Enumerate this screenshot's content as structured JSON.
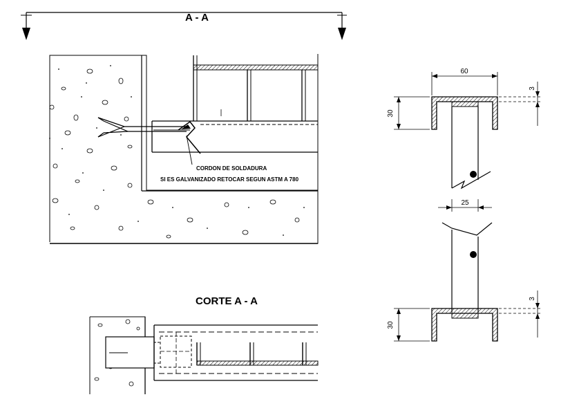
{
  "titles": {
    "section_top": "A - A",
    "section_bottom": "CORTE  A - A"
  },
  "notes": {
    "weld": "CORDON DE SOLDADURA",
    "galvanized": "SI ES GALVANIZADO RETOCAR SEGUN ASTM A 780"
  },
  "dimensions": {
    "top_width": "60",
    "top_height": "30",
    "top_thickness": "3",
    "bar_width": "25",
    "bottom_height": "30",
    "bottom_thickness": "3"
  }
}
